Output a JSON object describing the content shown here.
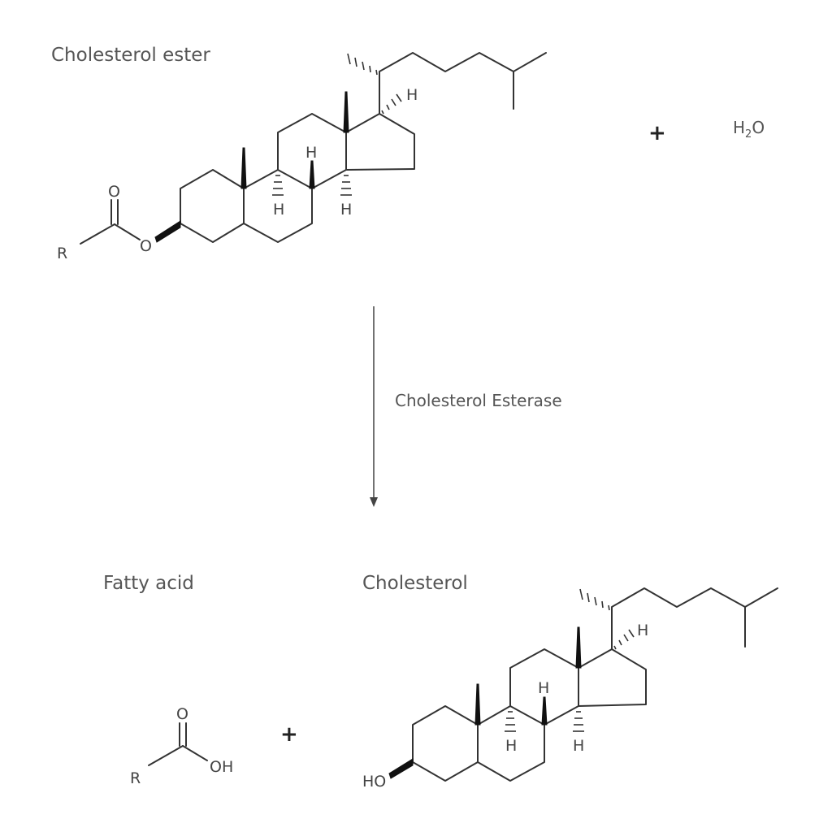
{
  "reaction": {
    "reactant_label": "Cholesterol ester",
    "water": {
      "main": "H",
      "sub": "2",
      "end": "O"
    },
    "enzyme_label": "Cholesterol Esterase",
    "product1_label": "Fatty acid",
    "product2_label": "Cholesterol",
    "plus": "+"
  },
  "atoms": {
    "ester_R": "R",
    "ester_O_double": "O",
    "ester_O_single": "O",
    "H": "H",
    "acid_R": "R",
    "acid_O": "O",
    "acid_OH": "OH",
    "HO": "HO"
  }
}
